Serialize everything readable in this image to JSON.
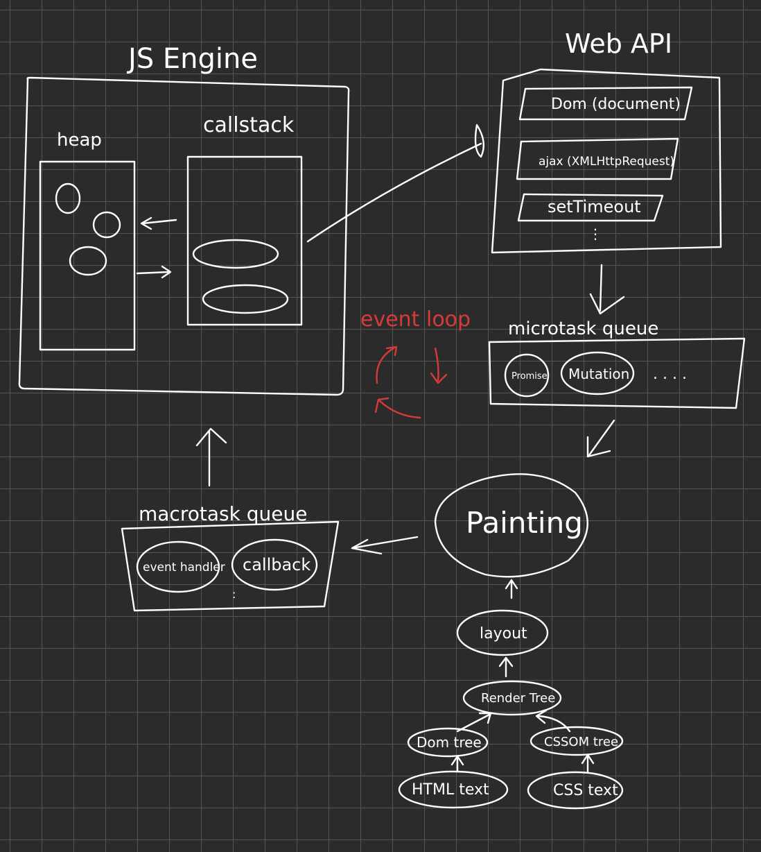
{
  "js_engine": {
    "title": "JS Engine",
    "heap_label": "heap",
    "callstack_label": "callstack"
  },
  "web_api": {
    "title": "Web API",
    "items": [
      "Dom (document)",
      "ajax (XMLHttpRequest)",
      "setTimeout"
    ],
    "more": "⋮"
  },
  "event_loop": {
    "label": "event loop",
    "color": "#d83a3a"
  },
  "microtask_queue": {
    "title": "microtask queue",
    "items": [
      "Promise",
      "Mutation"
    ],
    "more": ". . . ."
  },
  "macrotask_queue": {
    "title": "macrotask queue",
    "items": [
      "event handler",
      "callback"
    ],
    "more": ":"
  },
  "rendering": {
    "painting": "Painting",
    "layout": "layout",
    "render_tree": "Render Tree",
    "dom_tree": "Dom tree",
    "cssom_tree": "CSSOM tree",
    "html_text": "HTML text",
    "css_text": "CSS text"
  }
}
